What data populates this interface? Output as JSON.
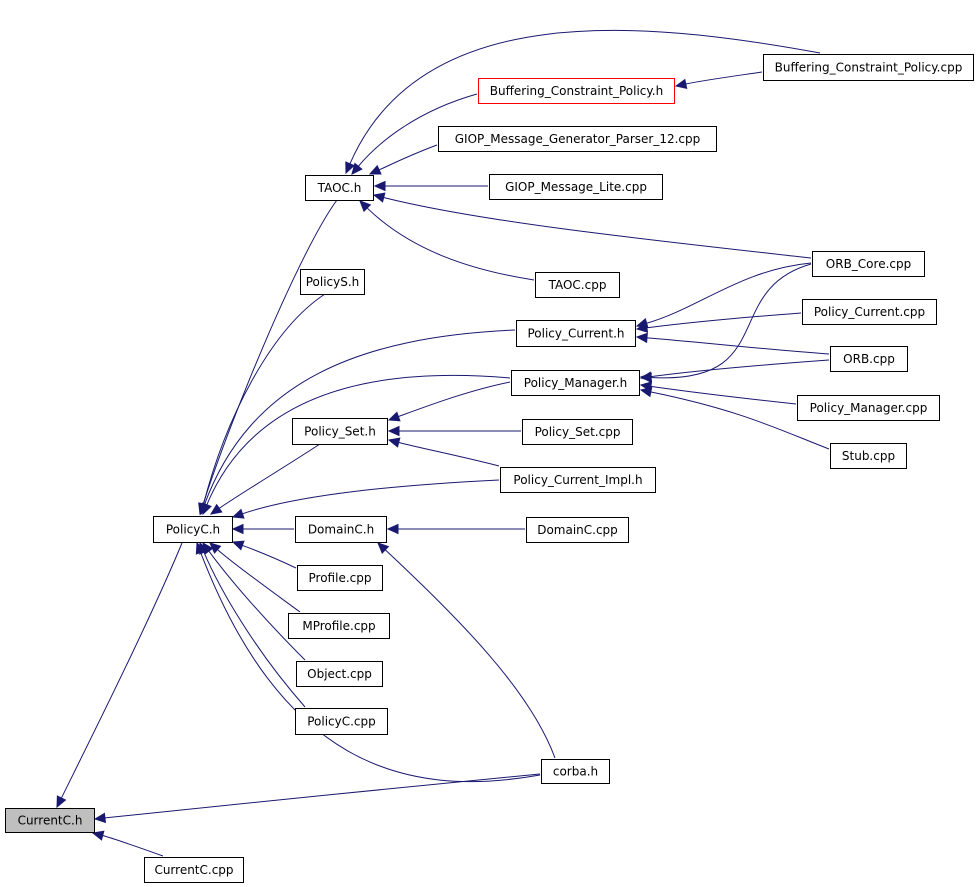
{
  "colors": {
    "edge": "#191970",
    "root_fill": "#bfbfbf",
    "highlight_border": "#ff0000",
    "node_border": "#000000",
    "background": "#ffffff"
  },
  "nodes": [
    {
      "id": "currentc_h",
      "label": "CurrentC.h",
      "root": true
    },
    {
      "id": "currentc_cpp",
      "label": "CurrentC.cpp"
    },
    {
      "id": "policyc_h",
      "label": "PolicyC.h"
    },
    {
      "id": "corba_h",
      "label": "corba.h"
    },
    {
      "id": "taoc_h",
      "label": "TAOC.h"
    },
    {
      "id": "policys_h",
      "label": "PolicyS.h"
    },
    {
      "id": "policy_current_h",
      "label": "Policy_Current.h"
    },
    {
      "id": "policy_manager_h",
      "label": "Policy_Manager.h"
    },
    {
      "id": "policy_set_h",
      "label": "Policy_Set.h"
    },
    {
      "id": "policy_current_impl_h",
      "label": "Policy_Current_Impl.h"
    },
    {
      "id": "domainc_h",
      "label": "DomainC.h"
    },
    {
      "id": "profile_cpp",
      "label": "Profile.cpp"
    },
    {
      "id": "mprofile_cpp",
      "label": "MProfile.cpp"
    },
    {
      "id": "object_cpp",
      "label": "Object.cpp"
    },
    {
      "id": "policyc_cpp",
      "label": "PolicyC.cpp"
    },
    {
      "id": "buffering_constraint_policy_h",
      "label": "Buffering_Constraint_Policy.h",
      "highlight": true
    },
    {
      "id": "buffering_constraint_policy_cpp",
      "label": "Buffering_Constraint_Policy.cpp"
    },
    {
      "id": "giop_message_generator_parser_12_cpp",
      "label": "GIOP_Message_Generator_Parser_12.cpp"
    },
    {
      "id": "giop_message_lite_cpp",
      "label": "GIOP_Message_Lite.cpp"
    },
    {
      "id": "orb_core_cpp",
      "label": "ORB_Core.cpp"
    },
    {
      "id": "taoc_cpp",
      "label": "TAOC.cpp"
    },
    {
      "id": "policy_current_cpp",
      "label": "Policy_Current.cpp"
    },
    {
      "id": "orb_cpp",
      "label": "ORB.cpp"
    },
    {
      "id": "policy_manager_cpp",
      "label": "Policy_Manager.cpp"
    },
    {
      "id": "stub_cpp",
      "label": "Stub.cpp"
    },
    {
      "id": "policy_set_cpp",
      "label": "Policy_Set.cpp"
    },
    {
      "id": "domainc_cpp",
      "label": "DomainC.cpp"
    }
  ],
  "edges": [
    {
      "from": "currentc_cpp",
      "to": "currentc_h"
    },
    {
      "from": "corba_h",
      "to": "currentc_h"
    },
    {
      "from": "policyc_h",
      "to": "currentc_h"
    },
    {
      "from": "policys_h",
      "to": "policyc_h"
    },
    {
      "from": "taoc_h",
      "to": "policyc_h"
    },
    {
      "from": "policy_current_h",
      "to": "policyc_h"
    },
    {
      "from": "policy_manager_h",
      "to": "policyc_h"
    },
    {
      "from": "policy_set_h",
      "to": "policyc_h"
    },
    {
      "from": "policy_current_impl_h",
      "to": "policyc_h"
    },
    {
      "from": "domainc_h",
      "to": "policyc_h"
    },
    {
      "from": "profile_cpp",
      "to": "policyc_h"
    },
    {
      "from": "mprofile_cpp",
      "to": "policyc_h"
    },
    {
      "from": "object_cpp",
      "to": "policyc_h"
    },
    {
      "from": "policyc_cpp",
      "to": "policyc_h"
    },
    {
      "from": "corba_h",
      "to": "policyc_h"
    },
    {
      "from": "buffering_constraint_policy_cpp",
      "to": "taoc_h"
    },
    {
      "from": "buffering_constraint_policy_h",
      "to": "taoc_h"
    },
    {
      "from": "giop_message_generator_parser_12_cpp",
      "to": "taoc_h"
    },
    {
      "from": "giop_message_lite_cpp",
      "to": "taoc_h"
    },
    {
      "from": "orb_core_cpp",
      "to": "taoc_h"
    },
    {
      "from": "taoc_cpp",
      "to": "taoc_h"
    },
    {
      "from": "buffering_constraint_policy_cpp",
      "to": "buffering_constraint_policy_h"
    },
    {
      "from": "orb_core_cpp",
      "to": "policy_current_h"
    },
    {
      "from": "policy_current_cpp",
      "to": "policy_current_h"
    },
    {
      "from": "orb_cpp",
      "to": "policy_current_h"
    },
    {
      "from": "orb_core_cpp",
      "to": "policy_manager_h"
    },
    {
      "from": "orb_cpp",
      "to": "policy_manager_h"
    },
    {
      "from": "policy_manager_cpp",
      "to": "policy_manager_h"
    },
    {
      "from": "stub_cpp",
      "to": "policy_manager_h"
    },
    {
      "from": "policy_manager_h",
      "to": "policy_set_h"
    },
    {
      "from": "policy_set_cpp",
      "to": "policy_set_h"
    },
    {
      "from": "policy_current_impl_h",
      "to": "policy_set_h"
    },
    {
      "from": "domainc_cpp",
      "to": "domainc_h"
    },
    {
      "from": "corba_h",
      "to": "domainc_h"
    }
  ]
}
